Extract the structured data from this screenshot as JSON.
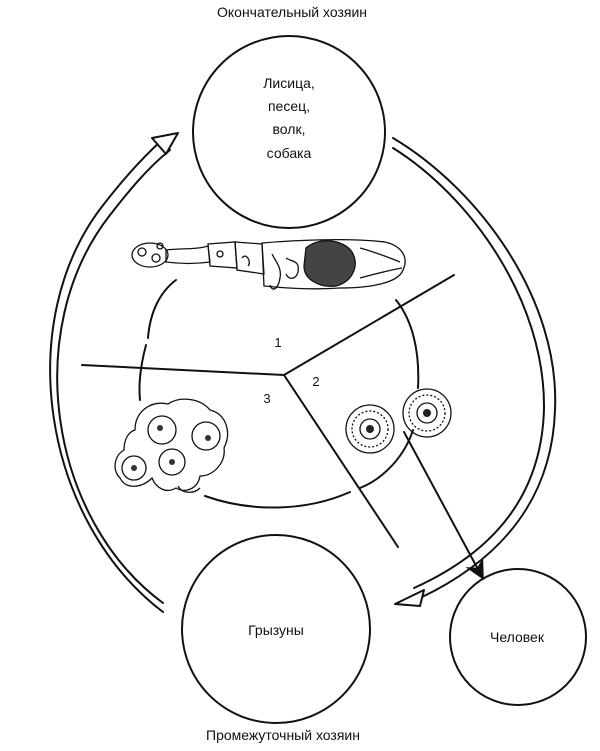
{
  "definitive_host": {
    "title": "Окончательный хозяин",
    "species": [
      "Лисица,",
      "песец,",
      "волк,",
      "собака"
    ]
  },
  "intermediate_host": {
    "title": "Промежуточный хозяин",
    "label": "Грызуны"
  },
  "human": {
    "label": "Человек"
  },
  "stages": {
    "adult_worm": "1",
    "eggs": "2",
    "larval_cyst": "3"
  }
}
